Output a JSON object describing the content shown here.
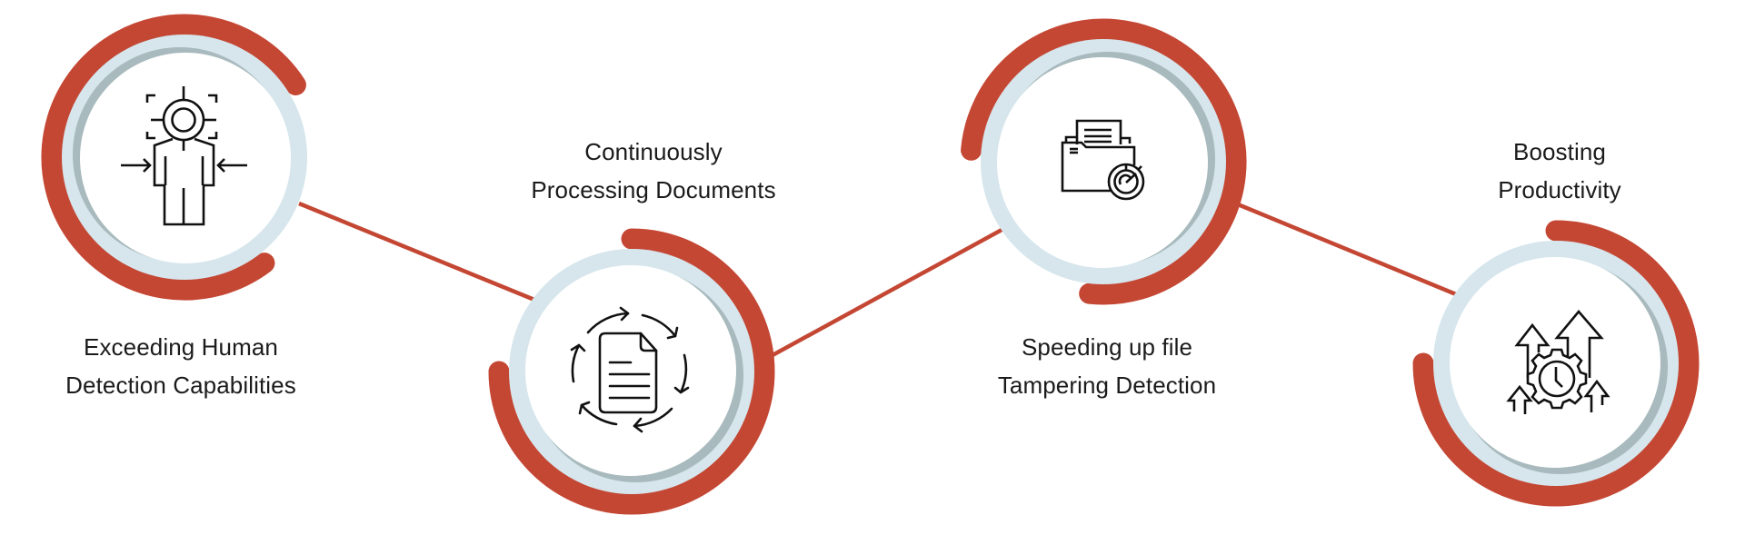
{
  "colors": {
    "accent_red": "#c44734",
    "ring_light_blue": "#d6e6ec",
    "ring_shadow": "#a3b5b8",
    "icon_stroke": "#111111",
    "text": "#1b1b1b",
    "background": "#ffffff"
  },
  "steps": [
    {
      "id": 1,
      "icon": "human-detection-icon",
      "label_lines": [
        "Exceeding Human",
        "Detection Capabilities"
      ],
      "label_position": "below"
    },
    {
      "id": 2,
      "icon": "document-processing-cycle-icon",
      "label_lines": [
        "Continuously",
        "Processing Documents"
      ],
      "label_position": "above"
    },
    {
      "id": 3,
      "icon": "folder-gauge-icon",
      "label_lines": [
        "Speeding up file",
        "Tampering Detection"
      ],
      "label_position": "below"
    },
    {
      "id": 4,
      "icon": "productivity-gear-arrows-icon",
      "label_lines": [
        "Boosting",
        "Productivity"
      ],
      "label_position": "above"
    }
  ],
  "connectors": [
    {
      "from": 1,
      "to": 2
    },
    {
      "from": 2,
      "to": 3
    },
    {
      "from": 3,
      "to": 4
    }
  ]
}
